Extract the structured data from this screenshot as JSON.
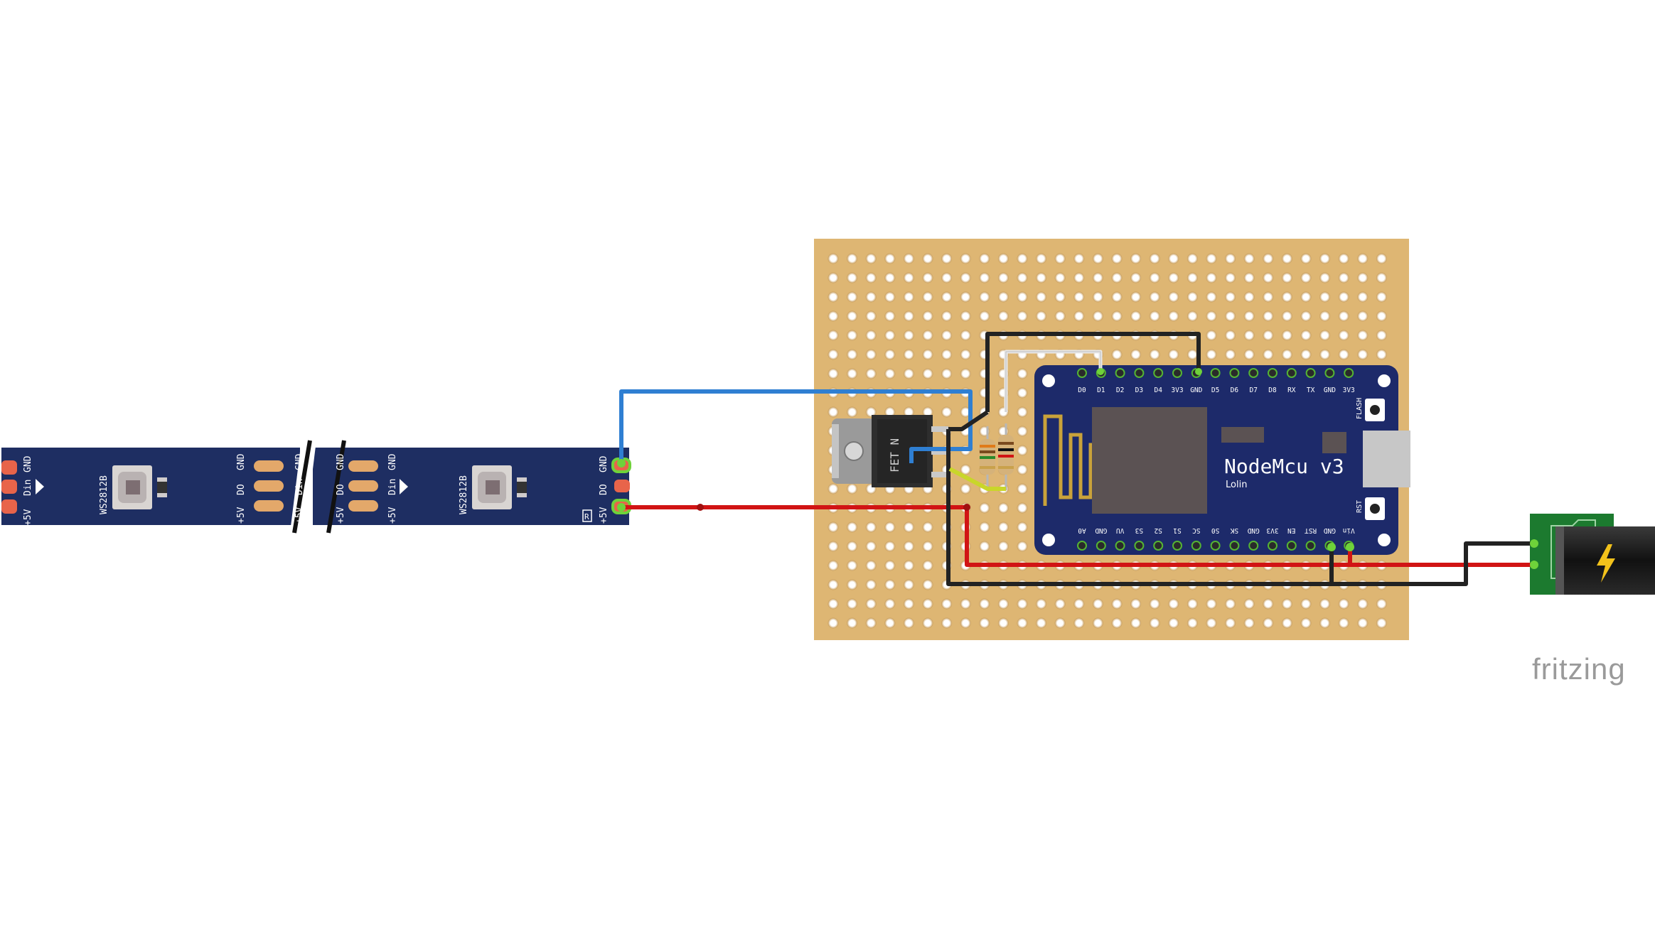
{
  "strip": {
    "left_labels": [
      "+5V",
      "Din",
      "GND"
    ],
    "chip_label": "WS2812B",
    "mid_left_labels": [
      "+5V",
      "DO",
      "GND"
    ],
    "mid_right_labels": [
      "+5V",
      "Din",
      "GND"
    ],
    "mid_left2_labels": [
      "+5V",
      "DO",
      "GND"
    ],
    "mid_right2_labels": [
      "+5V",
      "Din",
      "GND"
    ],
    "right_labels": [
      "+5V",
      "DO",
      "GND"
    ],
    "mark": "R"
  },
  "mosfet": {
    "label": "FET N"
  },
  "nodemcu": {
    "title": "NodeMcu v3",
    "subtitle": "Lolin",
    "top_pins": [
      "D0",
      "D1",
      "D2",
      "D3",
      "D4",
      "3V3",
      "GND",
      "D5",
      "D6",
      "D7",
      "D8",
      "RX",
      "TX",
      "GND",
      "3V3"
    ],
    "bottom_pins": [
      "A0",
      "GND",
      "VU",
      "S3",
      "S2",
      "S1",
      "SC",
      "S0",
      "SK",
      "GND",
      "3V3",
      "EN",
      "RST",
      "GND",
      "Vin"
    ],
    "flash_label": "FLASH",
    "rst_label": "RST"
  },
  "power_jack": {
    "icon": "lightning-icon"
  },
  "watermark": "fritzing",
  "colors": {
    "strip": "#1e2e62",
    "perfboard": "#deb673",
    "nodemcu": "#1d2a6a",
    "wire_blue": "#2f7fd2",
    "wire_red": "#d11414",
    "wire_black": "#222222",
    "wire_white": "#e8e8e8",
    "jack_pcb": "#1c7a2f"
  }
}
